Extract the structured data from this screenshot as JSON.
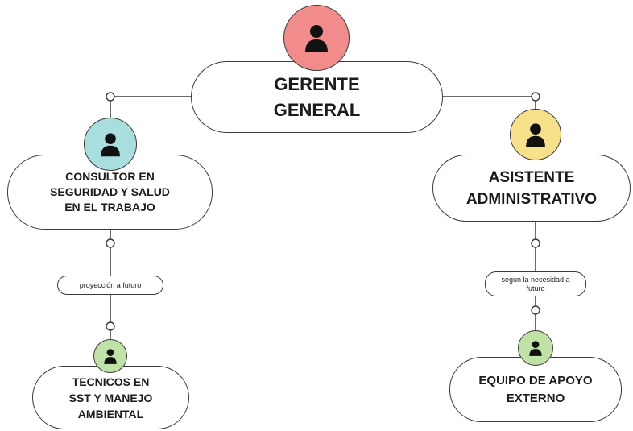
{
  "nodes": {
    "gerente": {
      "lines": [
        "GERENTE",
        "GENERAL"
      ],
      "avatar_color": "#f28b8b"
    },
    "consultor": {
      "lines": [
        "CONSULTOR EN",
        "SEGURIDAD Y SALUD",
        "EN EL TRABAJO"
      ],
      "avatar_color": "#a8dedd"
    },
    "asistente": {
      "lines": [
        "ASISTENTE",
        "ADMINISTRATIVO"
      ],
      "avatar_color": "#f7e08a"
    },
    "tecnicos": {
      "lines": [
        "TECNICOS EN",
        "SST Y MANEJO",
        "AMBIENTAL"
      ],
      "avatar_color": "#bfe3a7"
    },
    "equipo": {
      "lines": [
        "EQUIPO DE APOYO",
        "EXTERNO"
      ],
      "avatar_color": "#bfe3a7"
    }
  },
  "labels": {
    "proyeccion": "proyección a futuro",
    "necesidad": [
      "segun la necesidad a",
      "futuro"
    ]
  },
  "colors": {
    "stroke": "#3a3a3a",
    "person": "#111111",
    "text": "#1b1b1b"
  }
}
